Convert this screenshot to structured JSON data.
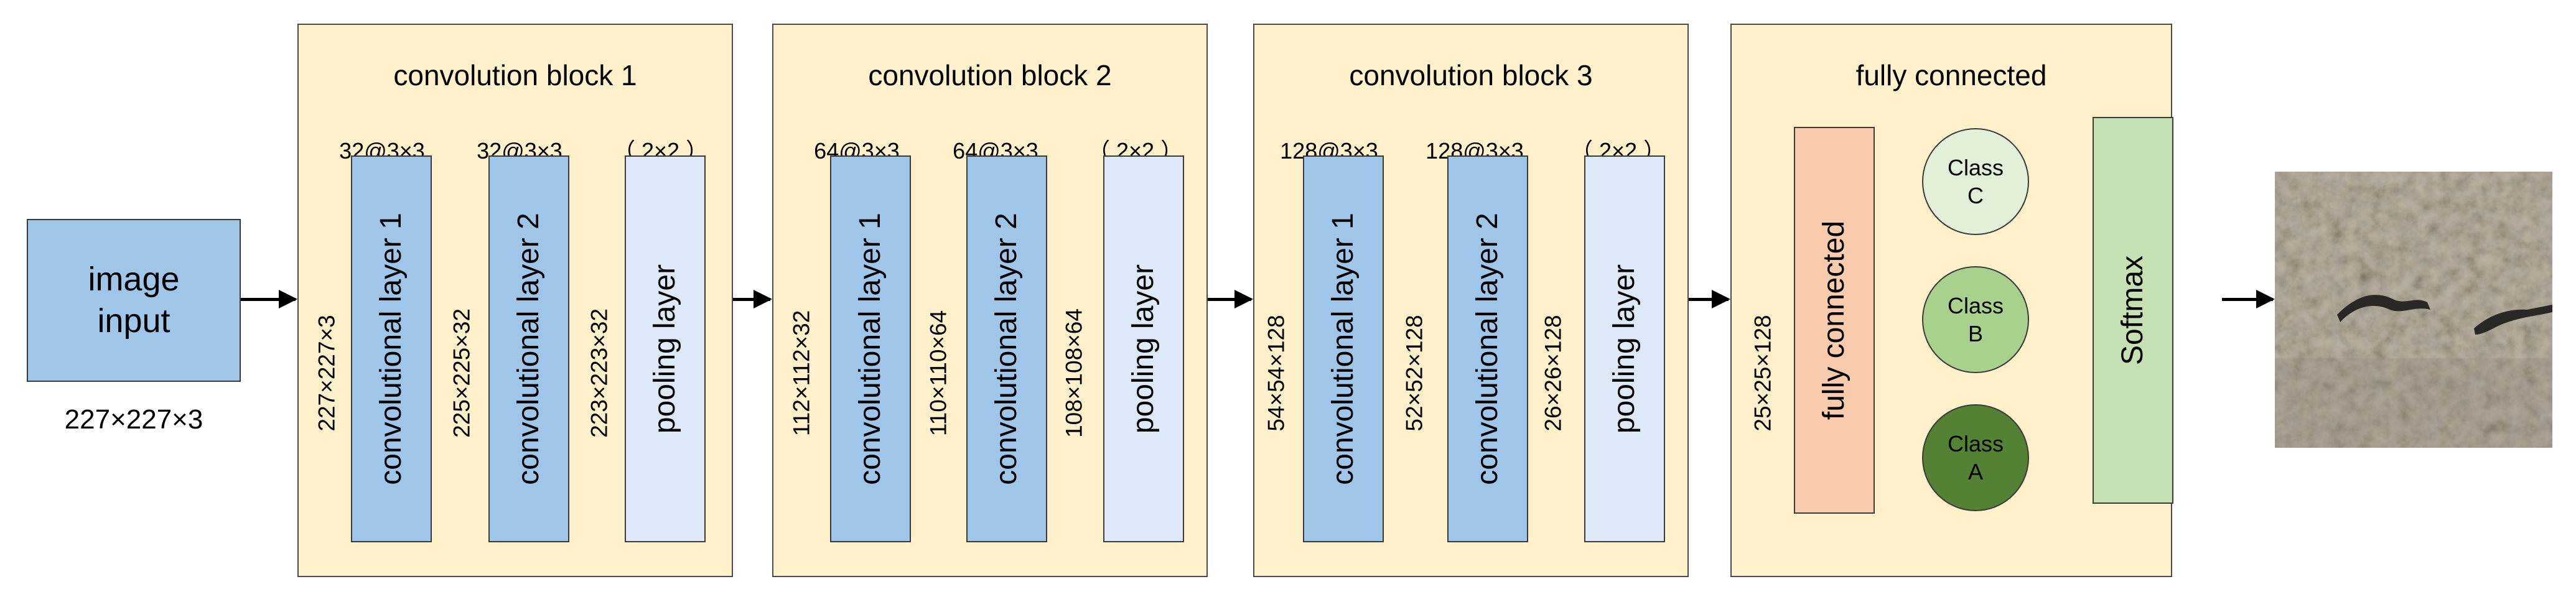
{
  "input": {
    "label_line1": "image",
    "label_line2": "input",
    "size": "227×227×3"
  },
  "blocks": [
    {
      "title": "convolution block 1",
      "input_dim": "227×227×3",
      "layers": [
        {
          "spec": "32@3×3",
          "label": "convolutional layer 1",
          "out_dim": "225×225×32"
        },
        {
          "spec": "32@3×3",
          "label": "convolutional layer 2",
          "out_dim": "223×223×32"
        },
        {
          "spec": "（ 2×2 ）",
          "label": "pooling layer"
        }
      ]
    },
    {
      "title": "convolution block 2",
      "input_dim": "112×112×32",
      "layers": [
        {
          "spec": "64@3×3",
          "label": "convolutional layer 1",
          "out_dim": "110×110×64"
        },
        {
          "spec": "64@3×3",
          "label": "convolutional layer 2",
          "out_dim": "108×108×64"
        },
        {
          "spec": "（ 2×2 ）",
          "label": "pooling layer"
        }
      ]
    },
    {
      "title": "convolution block 3",
      "input_dim": "54×54×128",
      "layers": [
        {
          "spec": "128@3×3",
          "label": "convolutional layer 1",
          "out_dim": "52×52×128"
        },
        {
          "spec": "128@3×3",
          "label": "convolutional layer 2",
          "out_dim": "26×26×128"
        },
        {
          "spec": "（ 2×2 ）",
          "label": "pooling layer"
        }
      ]
    }
  ],
  "fc": {
    "title": "fully connected",
    "input_dim": "25×25×128",
    "layer_label": "fully connected",
    "classes": [
      {
        "line1": "Class",
        "line2": "C"
      },
      {
        "line1": "Class",
        "line2": "B"
      },
      {
        "line1": "Class",
        "line2": "A"
      }
    ],
    "softmax_label": "Softmax"
  },
  "colors": {
    "block_bg": "#fdf0cb",
    "conv_layer": "#9fc5e8",
    "pool_layer": "#dde9f6",
    "fc_layer": "#f8cbad",
    "softmax": "#c5e0b3",
    "class_c": "#e2f0d9",
    "class_b": "#a9d18e",
    "class_a": "#548235"
  },
  "icons": {
    "output_image": "stone-crack-texture-image"
  }
}
